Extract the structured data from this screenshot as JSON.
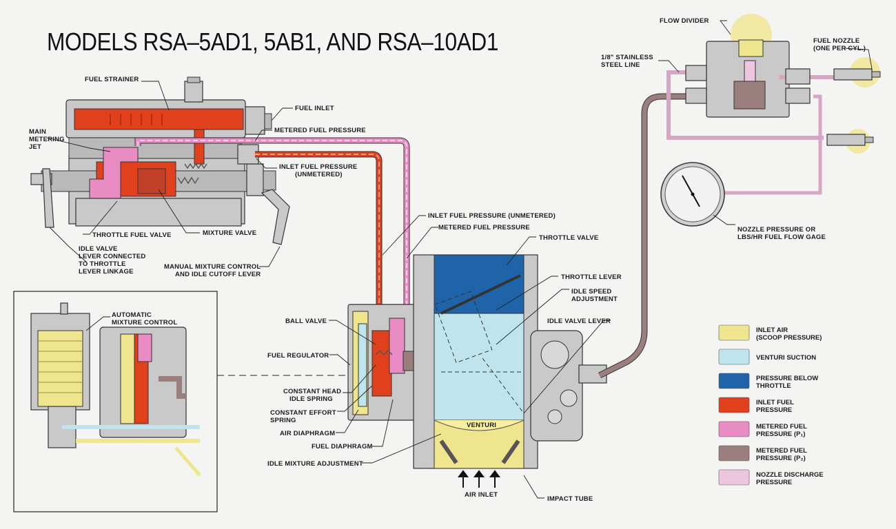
{
  "title": "MODELS RSA–5AD1, 5AB1, AND RSA–10AD1",
  "colors": {
    "inlet_air": "#efe58e",
    "venturi_suction": "#bfe4ee",
    "pressure_below_throttle": "#1f63a8",
    "inlet_fuel": "#e1401d",
    "metered_fuel_p1": "#e98cc3",
    "metered_fuel_p2": "#9b7f7e",
    "nozzle_discharge": "#ecc6df"
  },
  "labels": {
    "fuel_strainer": "FUEL STRAINER",
    "fuel_inlet": "FUEL INLET",
    "metered_fuel_pressure_top": "METERED FUEL PRESSURE",
    "main_metering_jet_1": "MAIN",
    "main_metering_jet_2": "METERING",
    "main_metering_jet_3": "JET",
    "inlet_fuel_pressure_top_1": "INLET FUEL PRESSURE",
    "inlet_fuel_pressure_top_2": "(UNMETERED)",
    "throttle_fuel_valve": "THROTTLE FUEL VALVE",
    "mixture_valve": "MIXTURE VALVE",
    "idle_valve_1": "IDLE VALVE",
    "idle_valve_2": "LEVER CONNECTED",
    "idle_valve_3": "TO THROTTLE",
    "idle_valve_4": "LEVER LINKAGE",
    "manual_mixture_1": "MANUAL MIXTURE CONTROL",
    "manual_mixture_2": "AND IDLE CUTOFF LEVER",
    "flow_divider": "FLOW DIVIDER",
    "fuel_nozzle_1": "FUEL NOZZLE",
    "fuel_nozzle_2": "(ONE PER CYL.)",
    "steel_line_1": "1/8\" STAINLESS",
    "steel_line_2": "STEEL LINE",
    "nozzle_gage_1": "NOZZLE PRESSURE OR",
    "nozzle_gage_2": "LBS/HR FUEL FLOW GAGE",
    "inlet_fuel_unmetered_mid": "INLET FUEL PRESSURE (UNMETERED)",
    "metered_fuel_mid": "METERED FUEL PRESSURE",
    "throttle_valve": "THROTTLE VALVE",
    "throttle_lever": "THROTTLE LEVER",
    "idle_speed_1": "IDLE SPEED",
    "idle_speed_2": "ADJUSTMENT",
    "idle_valve_lever": "IDLE VALVE LEVER",
    "automatic_mixture_1": "AUTOMATIC",
    "automatic_mixture_2": "MIXTURE CONTROL",
    "ball_valve": "BALL VALVE",
    "fuel_regulator": "FUEL REGULATOR",
    "constant_head_1": "CONSTANT HEAD",
    "constant_head_2": "IDLE SPRING",
    "constant_effort_1": "CONSTANT EFFORT",
    "constant_effort_2": "SPRING",
    "air_diaphragm": "AIR DIAPHRAGM",
    "fuel_diaphragm": "FUEL DIAPHRAGM",
    "idle_mixture": "IDLE MIXTURE ADJUSTMENT",
    "venturi": "VENTURI",
    "air_inlet": "AIR INLET",
    "impact_tube": "IMPACT TUBE"
  },
  "legend": [
    {
      "color": "#efe58e",
      "line1": "INLET AIR",
      "line2": "(SCOOP PRESSURE)"
    },
    {
      "color": "#bfe4ee",
      "line1": "VENTURI SUCTION",
      "line2": ""
    },
    {
      "color": "#1f63a8",
      "line1": "PRESSURE BELOW",
      "line2": "THROTTLE"
    },
    {
      "color": "#e1401d",
      "line1": "INLET FUEL",
      "line2": "PRESSURE"
    },
    {
      "color": "#e98cc3",
      "line1": "METERED FUEL",
      "line2": "PRESSURE (P₁)"
    },
    {
      "color": "#9b7f7e",
      "line1": "METERED FUEL",
      "line2": "PRESSURE (P₂)"
    },
    {
      "color": "#ecc6df",
      "line1": "NOZZLE DISCHARGE",
      "line2": "PRESSURE"
    }
  ]
}
